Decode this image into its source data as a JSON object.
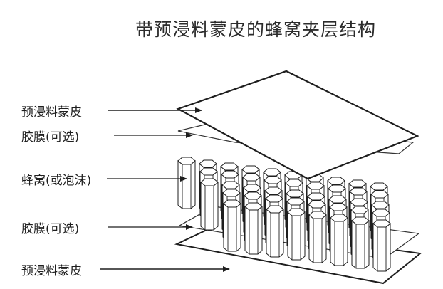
{
  "title": "带预浸料蒙皮的蜂窝夹层结构",
  "labels": {
    "top_skin": "预浸料蒙皮",
    "top_film": "胶膜(可选)",
    "core": "蜂窝(或泡沫)",
    "bottom_film": "胶膜(可选)",
    "bottom_skin": "预浸料蒙皮"
  }
}
